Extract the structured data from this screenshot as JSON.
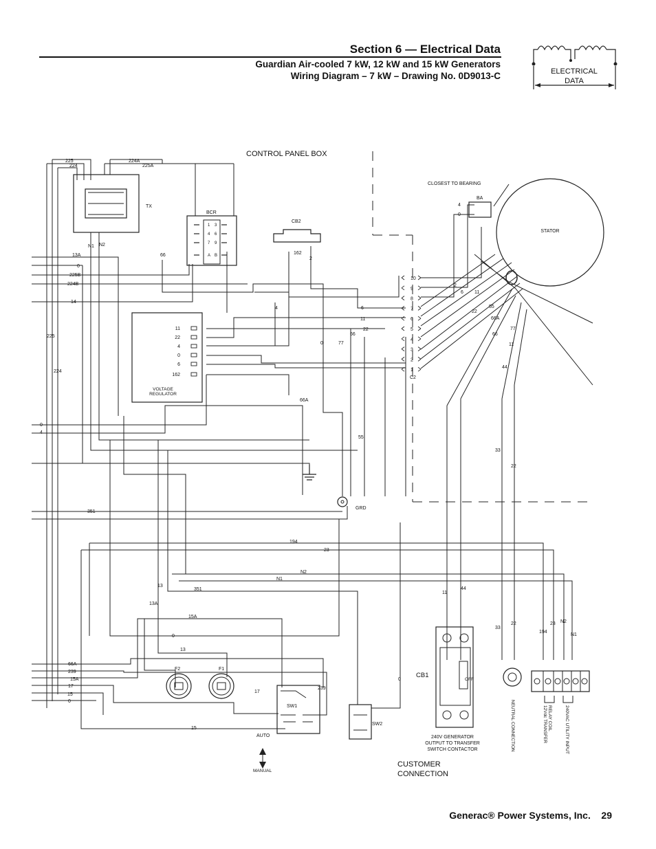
{
  "header": {
    "section_title": "Section 6 — Electrical Data",
    "subtitle_line1": "Guardian Air-cooled 7 kW, 12 kW and 15 kW Generators",
    "subtitle_line2": "Wiring Diagram – 7 kW – Drawing No. 0D9013-C",
    "logo_text_1": "ELECTRICAL",
    "logo_text_2": "DATA"
  },
  "footer": {
    "company": "Generac® Power Systems, Inc.",
    "page_number": "29"
  },
  "diagram": {
    "control_panel_label": "CONTROL PANEL BOX",
    "customer_label_1": "CUSTOMER",
    "customer_label_2": "CONNECTION",
    "closest_to_bearing": "CLOSEST TO BEARING",
    "ba_label": "BA",
    "stator_label": "STATOR",
    "tx_label": "TX",
    "bcr_label": "BCR",
    "cb2_label": "CB2",
    "cb1_label": "CB1",
    "grd_label": "GRD",
    "c2_label": "C2",
    "vr_label_1": "VOLTAGE",
    "vr_label_2": "REGULATOR",
    "sw1_label": "SW1",
    "sw2_label": "SW2",
    "f1_label": "F1",
    "f2_label": "F2",
    "auto_label": "AUTO",
    "manual_label": "MANUAL",
    "cb1_caption_1": "240V GENERATOR",
    "cb1_caption_2": "OUTPUT TO TRANSFER",
    "cb1_caption_3": "SWITCH CONTACTOR",
    "neutral_connection": "NEUTRAL CONNECTION",
    "relay_coil_1": "12Vdc TRANSFER",
    "relay_coil_2": "RELAY COIL",
    "utility_input": "240VAC UTILITY INPUT",
    "cb1_off": "OFF",
    "bcr_pins": [
      "1",
      "3",
      "4",
      "6",
      "7",
      "9",
      "A",
      "B"
    ],
    "vr_terminals": [
      "11",
      "22",
      "4",
      "0",
      "6",
      "162"
    ],
    "c2_terminals": [
      "10",
      "9",
      "8",
      "7",
      "6",
      "5",
      "4",
      "3",
      "2",
      "1"
    ],
    "stator_terminals": [
      "4",
      "0"
    ],
    "stator_leads": [
      "2",
      "6",
      "11",
      "22",
      "55",
      "66A",
      "66",
      "11",
      "44",
      "77"
    ],
    "left_wires": [
      "225",
      "224",
      "224A",
      "225A",
      "13A",
      "0",
      "225B",
      "224B",
      "14",
      "0",
      "4",
      "225",
      "224"
    ],
    "bottom_left_wires": [
      "66A",
      "239",
      "15A",
      "17",
      "15",
      "0"
    ],
    "wire_labels": [
      "N1",
      "N2",
      "66",
      "4",
      "2",
      "162",
      "77",
      "0",
      "6",
      "11",
      "22",
      "66",
      "66A",
      "55",
      "351",
      "194",
      "23",
      "N2",
      "N1",
      "351",
      "13",
      "13A",
      "15A",
      "0",
      "13",
      "17",
      "239",
      "15",
      "0",
      "33",
      "22",
      "11",
      "44",
      "33",
      "22",
      "194",
      "23",
      "N2",
      "N1"
    ]
  }
}
